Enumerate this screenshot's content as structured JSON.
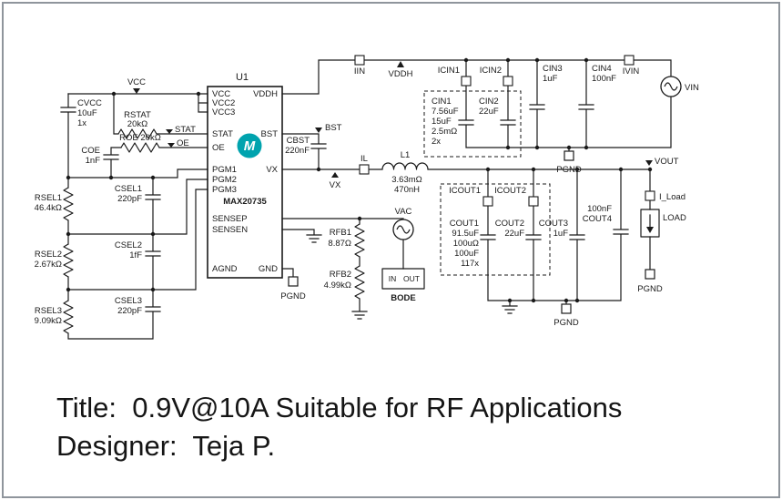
{
  "brand": {
    "maxim_teal": "#00a3ae"
  },
  "title_block": {
    "title": "Title:  0.9V@10A Suitable for RF Applications",
    "designer": "Designer:  Teja P."
  },
  "ic": {
    "refdes": "U1",
    "part": "MAX20735",
    "logo_letter": "M",
    "pins_left": [
      "VCC",
      "VCC2",
      "VCC3",
      "STAT",
      "OE",
      "PGM1",
      "PGM2",
      "PGM3",
      "SENSEP",
      "SENSEN",
      "AGND"
    ],
    "pins_right": [
      "VDDH",
      "BST",
      "VX",
      "GND"
    ]
  },
  "nets": {
    "vcc": "VCC",
    "stat": "STAT",
    "oe": "OE",
    "vddh": "VDDH",
    "bst": "BST",
    "vx": "VX",
    "vout": "VOUT",
    "vin": "VIN",
    "vac": "VAC",
    "pgnd": "PGND",
    "iin": "IIN",
    "ivin": "IVIN",
    "il": "IL",
    "iload": "I_Load",
    "icin1": "ICIN1",
    "icin2": "ICIN2",
    "icout1": "ICOUT1",
    "icout2": "ICOUT2"
  },
  "components": {
    "cvcc": {
      "ref": "CVCC",
      "l1": "10uF",
      "l2": "1x"
    },
    "rstat": {
      "ref": "RSTAT",
      "val": "20kΩ"
    },
    "coe": {
      "ref": "COE",
      "val": "1nF"
    },
    "roe": {
      "label": "ROE 20kΩ"
    },
    "rsel1": {
      "ref": "RSEL1",
      "val": "46.4kΩ"
    },
    "csel1": {
      "ref": "CSEL1",
      "val": "220pF"
    },
    "rsel2": {
      "ref": "RSEL2",
      "val": "2.67kΩ"
    },
    "csel2": {
      "ref": "CSEL2",
      "val": "1fF"
    },
    "rsel3": {
      "ref": "RSEL3",
      "val": "9.09kΩ"
    },
    "csel3": {
      "ref": "CSEL3",
      "val": "220pF"
    },
    "cbst": {
      "ref": "CBST",
      "val": "220nF"
    },
    "l1": {
      "ref": "L1",
      "l1": "3.63mΩ",
      "l2": "470nH"
    },
    "cin1": {
      "ref": "CIN1",
      "l1": "7.56uF",
      "l2": "15uF",
      "l3": "2.5mΩ",
      "l4": "2x"
    },
    "cin2": {
      "ref": "CIN2",
      "val": "22uF"
    },
    "cin3": {
      "ref": "CIN3",
      "val": "1uF"
    },
    "cin4": {
      "ref": "CIN4",
      "val": "100nF"
    },
    "rfb1": {
      "ref": "RFB1",
      "val": "8.87Ω"
    },
    "rfb2": {
      "ref": "RFB2",
      "val": "4.99kΩ"
    },
    "bode": {
      "in": "IN",
      "out": "OUT",
      "label": "BODE"
    },
    "cout1": {
      "ref": "COUT1",
      "l1": "91.5uF",
      "l2": "100uΩ",
      "l3": "100uF",
      "l4": "117x"
    },
    "cout2": {
      "ref": "COUT2",
      "val": "22uF"
    },
    "cout3": {
      "ref": "COUT3",
      "val": "1uF"
    },
    "cout4": {
      "ref": "COUT4",
      "val": "100nF"
    },
    "load": {
      "label": "LOAD"
    }
  }
}
